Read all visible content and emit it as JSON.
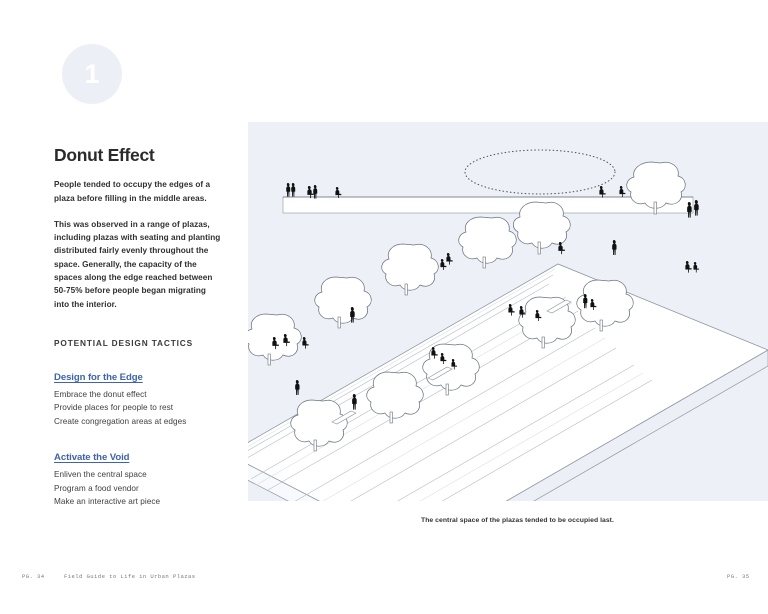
{
  "badge": {
    "number": "1"
  },
  "chapter": {
    "title": "Donut Effect",
    "paragraphs": [
      "People tended to occupy the edges of a plaza before filling in the middle areas.",
      "This was observed in a range of plazas, including plazas with seating and planting distributed fairly evenly throughout the space. Generally, the capacity of the spaces along the edge reached between 50-75% before people began migrating into the interior."
    ]
  },
  "tactics": {
    "heading": "POTENTIAL DESIGN TACTICS",
    "groups": [
      {
        "title": "Design for the Edge",
        "items": [
          "Embrace the donut effect",
          "Provide places for people to rest",
          "Create congregation areas at edges"
        ]
      },
      {
        "title": "Activate the Void",
        "items": [
          "Enliven the central space",
          "Program a food vendor",
          "Make an interactive art piece"
        ]
      }
    ]
  },
  "illustration": {
    "caption": "The central space of the plazas tended to be occupied last.",
    "panel_background": "#edf1f7",
    "figure_color": "#111111",
    "void_outline": "dotted-ellipse"
  },
  "footer": {
    "left_page": "PG. 34",
    "title": "Field Guide to Life in Urban Plazas",
    "right_page": "PG. 35"
  },
  "colors": {
    "accent_link": "#3f63ac",
    "badge_fill": "#eceff5",
    "panel": "#edf1f7",
    "text_dark": "#2b2b2b"
  }
}
